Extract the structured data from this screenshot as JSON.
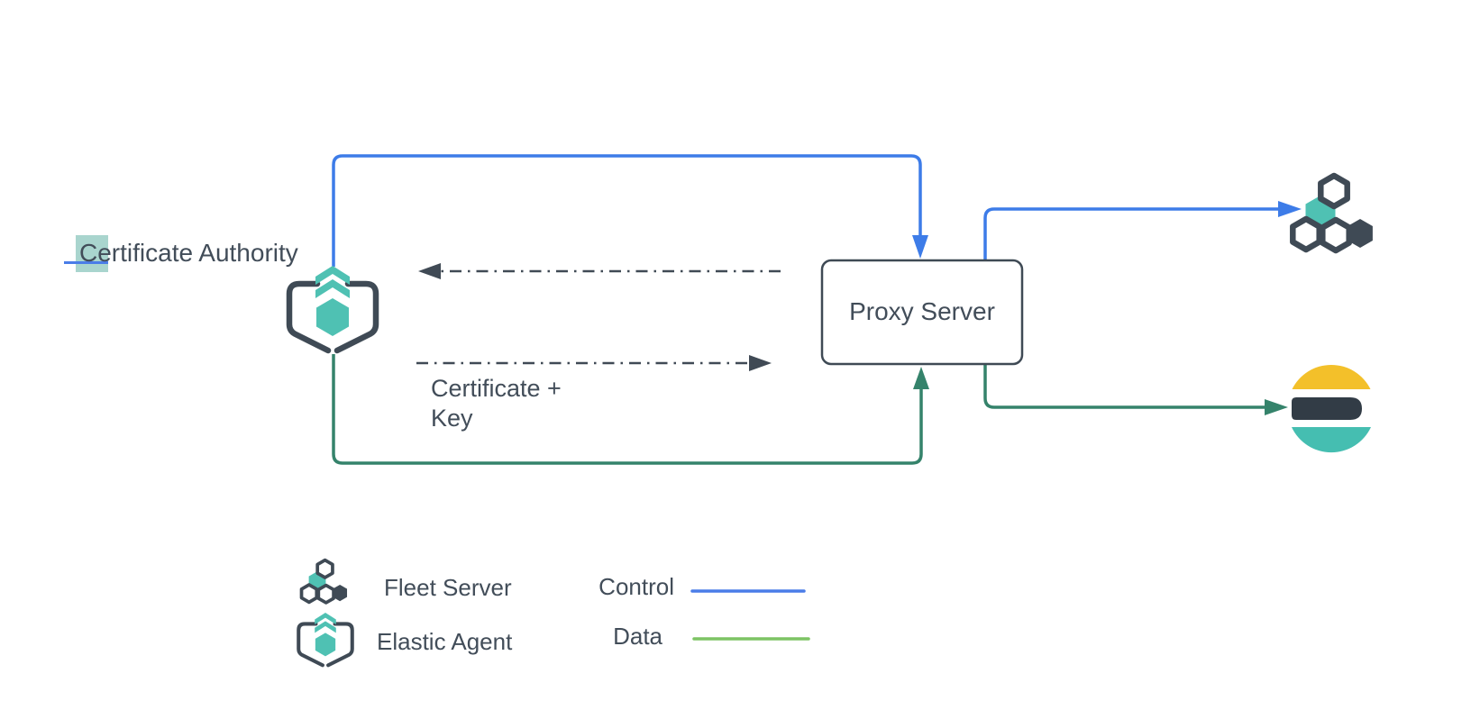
{
  "diagram": {
    "nodes": {
      "certificate_authority": {
        "label": "Certificate Authority"
      },
      "proxy_server": {
        "label": "Proxy Server"
      },
      "elastic_agent": {
        "icon": "elastic-agent-icon"
      },
      "fleet_server": {
        "icon": "fleet-server-icon"
      },
      "elasticsearch": {
        "icon": "elasticsearch-icon"
      }
    },
    "annotations": {
      "certificate_key": {
        "line1": "Certificate +",
        "line2": "Key"
      }
    },
    "connectors": {
      "control_agent_to_proxy": {
        "type": "control",
        "color": "#3d7ce8"
      },
      "control_proxy_to_fleet": {
        "type": "control",
        "color": "#3d7ce8"
      },
      "data_agent_to_proxy": {
        "type": "data",
        "color": "#35836b"
      },
      "data_proxy_to_elasticsearch": {
        "type": "data",
        "color": "#35836b"
      },
      "cert_exchange_to_agent": {
        "style": "dash-dot",
        "color": "#404a55"
      },
      "cert_exchange_to_proxy": {
        "style": "dash-dot",
        "color": "#404a55"
      }
    },
    "legend": {
      "icons": [
        {
          "icon": "fleet-server-icon",
          "label": "Fleet Server"
        },
        {
          "icon": "elastic-agent-icon",
          "label": "Elastic Agent"
        }
      ],
      "lines": [
        {
          "label": "Control",
          "color": "#4a7de8"
        },
        {
          "label": "Data",
          "color": "#7dc464"
        }
      ]
    },
    "colors": {
      "control_blue": "#3d7ce8",
      "data_green": "#35836b",
      "legend_data_green": "#7dc464",
      "icon_teal": "#4fc1b3",
      "icon_slate": "#3f4a55",
      "text_slate": "#424d59",
      "elasticsearch_yellow": "#f3c02a",
      "elasticsearch_dark": "#323c46",
      "elasticsearch_teal": "#45beb1",
      "selection_highlight": "#a9d5ce",
      "caret_blue": "#4a7de8"
    }
  }
}
